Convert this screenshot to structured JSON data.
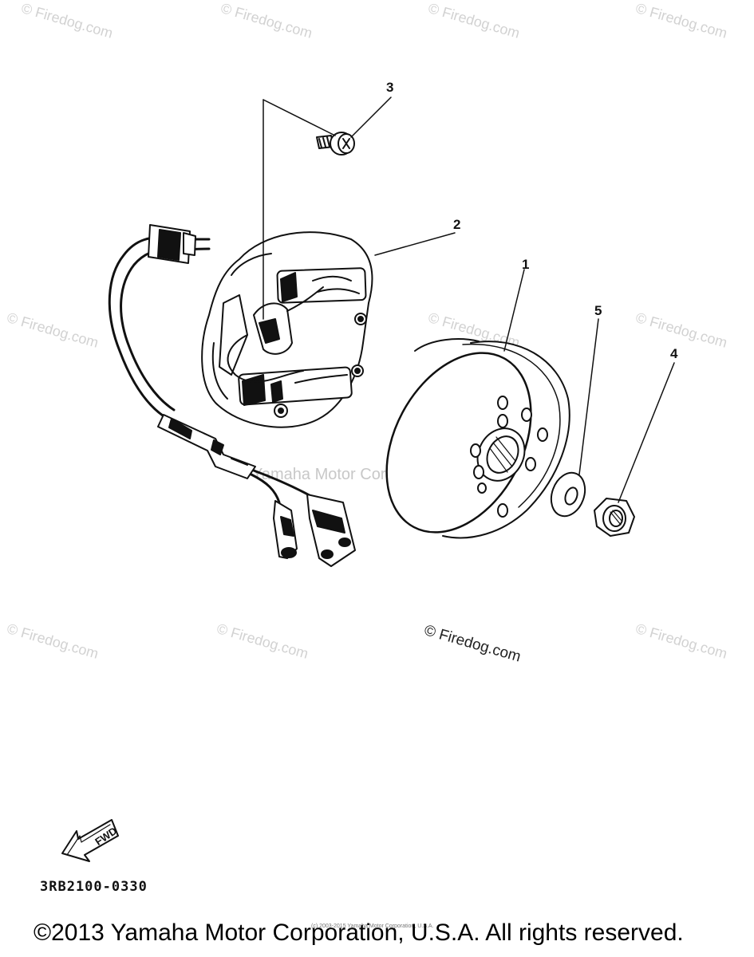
{
  "watermarks": {
    "firedog": "© Firedog.com",
    "yamaha_center": "Yamaha Motor Corp. ™USA",
    "firedog_center": "© Firedog.com"
  },
  "callouts": {
    "c1": "1",
    "c2": "2",
    "c3": "3",
    "c4": "4",
    "c5": "5"
  },
  "fwd_label": "FWD",
  "part_code": "3RB2100-0330",
  "small_copyright": "(c) 2003-2015 Yamaha Motor Corporation, U.S.A.",
  "footer": "©2013 Yamaha Motor Corporation, U.S.A. All rights reserved."
}
